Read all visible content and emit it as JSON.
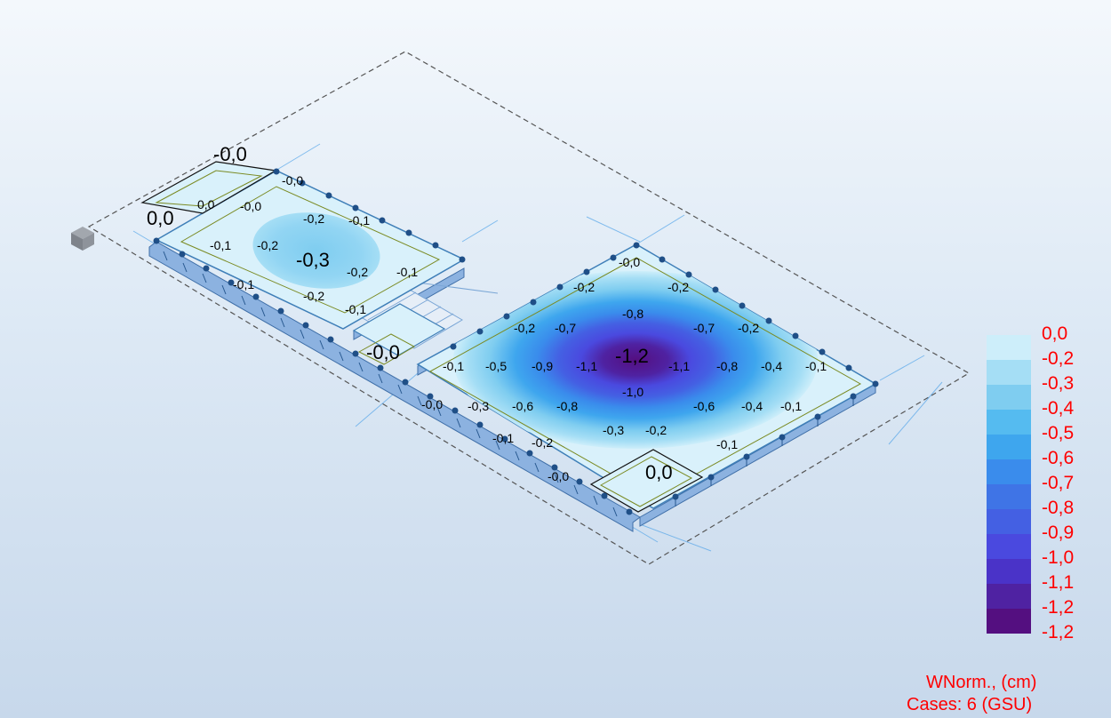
{
  "colors": {
    "slab_fill": "#d9f1fb",
    "slab_edge": "#3f7fb8",
    "beam": "#8cb2e0",
    "column": "#1f4f87",
    "legend_text": "#ff0000",
    "label_text": "#000000",
    "ref_cube": "#8a8f98"
  },
  "values": {
    "large": [
      "-0,0",
      "0,0",
      "-0,3",
      "-0,0",
      "-1,2",
      "0,0"
    ],
    "small": [
      "-0,0",
      "0,0",
      "-0,0",
      "-0,2",
      "-0,1",
      "-0,1",
      "-0,2",
      "-0,2",
      "-0,1",
      "-0,1",
      "-0,2",
      "-0,1",
      "-0,0",
      "-0,2",
      "-0,2",
      "-0,8",
      "-0,2",
      "-0,7",
      "-0,7",
      "-0,2",
      "-0,1",
      "-0,5",
      "-0,9",
      "-1,1",
      "-1,1",
      "-0,8",
      "-0,4",
      "-0,1",
      "-1,0",
      "-0,0",
      "-0,3",
      "-0,6",
      "-0,8",
      "-0,6",
      "-0,4",
      "-0,1",
      "-0,3",
      "-0,2",
      "-0,1",
      "-0,2",
      "-0,1",
      "-0,0"
    ]
  },
  "legend": {
    "labels": [
      "0,0",
      "-0,2",
      "-0,3",
      "-0,4",
      "-0,5",
      "-0,6",
      "-0,7",
      "-0,8",
      "-0,9",
      "-1,0",
      "-1,1",
      "-1,2",
      "-1,2"
    ],
    "colors": [
      "#cdeefa",
      "#a5def5",
      "#7fcdf0",
      "#55bbf0",
      "#3ea6ee",
      "#3a8cec",
      "#3f74e6",
      "#4460e3",
      "#4a49df",
      "#4a33c8",
      "#4f22a2",
      "#540f80"
    ],
    "title": "WNorm., (cm)",
    "cases": "Cases: 6 (GSU)"
  }
}
